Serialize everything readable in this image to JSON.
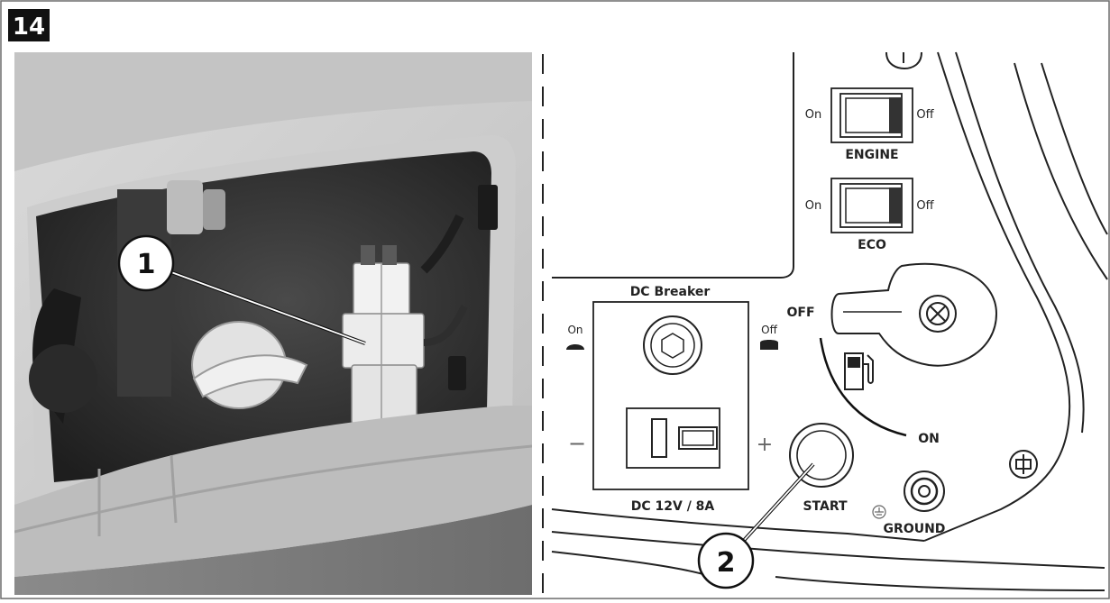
{
  "figure": {
    "step_number": "14",
    "callouts": {
      "one": "1",
      "two": "2"
    }
  },
  "panel": {
    "engine_switch": {
      "on": "On",
      "off": "Off",
      "label": "ENGINE"
    },
    "eco_switch": {
      "on": "On",
      "off": "Off",
      "label": "ECO"
    },
    "fuel_valve": {
      "off": "OFF",
      "on": "ON"
    },
    "dc_breaker": {
      "title": "DC Breaker",
      "on": "On",
      "off": "Off",
      "minus": "−",
      "plus": "+",
      "rating": "DC 12V / 8A"
    },
    "start_label": "START",
    "ground_label": "GROUND"
  },
  "icons": [
    "fuel-pump-icon",
    "ground-symbol-icon",
    "screw-icon"
  ]
}
